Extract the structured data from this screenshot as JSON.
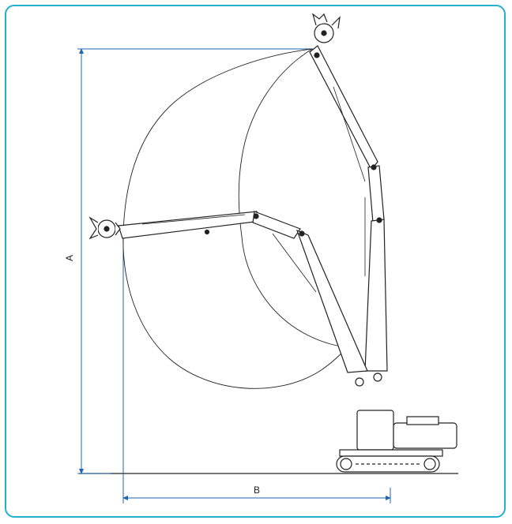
{
  "diagram": {
    "dimensions": [
      {
        "id": "height",
        "label": "A"
      },
      {
        "id": "reach",
        "label": "B"
      }
    ],
    "colors": {
      "border": "#22b0cc",
      "dimension_line": "#1f66b0",
      "drawing": "#222222"
    }
  }
}
